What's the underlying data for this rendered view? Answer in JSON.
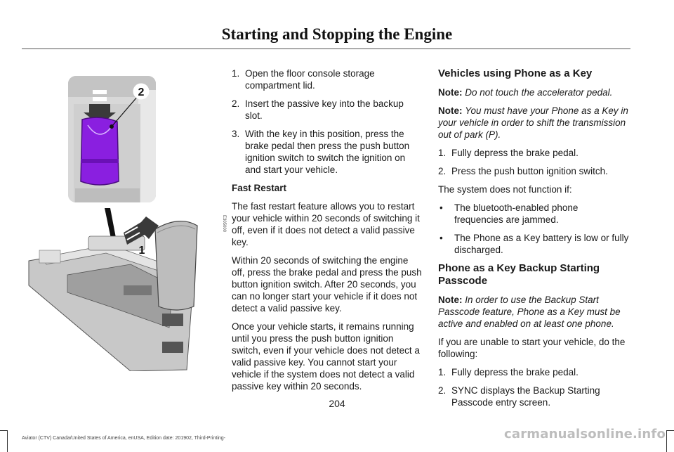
{
  "header": {
    "title": "Starting and Stopping the Engine"
  },
  "figure": {
    "callout_1": "1",
    "callout_2": "2",
    "code": "E305000"
  },
  "middle": {
    "steps": [
      {
        "num": "1.",
        "text": "Open the floor console storage compartment lid."
      },
      {
        "num": "2.",
        "text": "Insert the passive key into the backup slot."
      },
      {
        "num": "3.",
        "text": "With the key in this position, press the brake pedal then press the push button ignition switch to switch the ignition on and start your vehicle."
      }
    ],
    "fast_restart_heading": "Fast Restart",
    "paragraphs": [
      "The fast restart feature allows you to restart your vehicle within 20 seconds of switching it off, even if it does not detect a valid passive key.",
      "Within 20 seconds of switching the engine off, press the brake pedal and press the push button ignition switch.  After 20 seconds, you can no longer start your vehicle if it does not detect a valid passive key.",
      "Once your vehicle starts, it remains running until you press the push button ignition switch, even if your vehicle does not detect a valid passive key.  You cannot start your vehicle if the system does not detect a valid passive key within 20 seconds."
    ]
  },
  "right": {
    "heading1": "Vehicles using Phone as a Key",
    "note_label": "Note:",
    "note1": "Do not touch the accelerator pedal.",
    "note2": "You must have your Phone as a Key in your vehicle in order to shift the transmission out of park (P).",
    "steps1": [
      {
        "num": "1.",
        "text": "Fully depress the brake pedal."
      },
      {
        "num": "2.",
        "text": "Press the push button ignition switch."
      }
    ],
    "system_text": "The system does not function if:",
    "bullet_char": "•",
    "bullets": [
      "The bluetooth-enabled phone frequencies are jammed.",
      "The Phone as a Key battery is low or fully discharged."
    ],
    "heading2": "Phone as a Key Backup Starting Passcode",
    "note3": "In order to use the Backup Start Passcode feature, Phone as a Key must be active and enabled on at least one phone.",
    "unable_text": "If you are unable to start your vehicle, do the following:",
    "steps2": [
      {
        "num": "1.",
        "text": "Fully depress the brake pedal."
      },
      {
        "num": "2.",
        "text": "SYNC displays the Backup Starting Passcode entry screen."
      }
    ]
  },
  "footer": {
    "page_number": "204",
    "edition": "Aviator (CTV) Canada/United States of America, enUSA, Edition date: 201902, Third-Printing-",
    "watermark": "carmanualsonline.info"
  },
  "colors": {
    "key_purple": "#8a1fe0",
    "console_grey": "#b8b8b8"
  }
}
